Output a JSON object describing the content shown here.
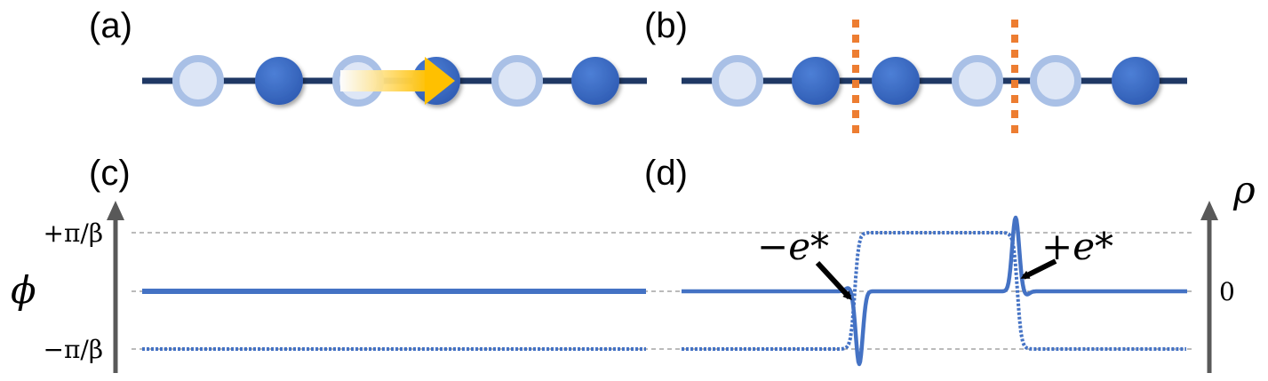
{
  "panels": {
    "a": "(a)",
    "b": "(b)",
    "c": "(c)",
    "d": "(d)"
  },
  "axes": {
    "left_label": "ϕ",
    "left_tick_top": "+π/β",
    "left_tick_bottom": "−π/β",
    "right_label": "ρ",
    "right_tick_zero": "0"
  },
  "annotations": {
    "negative_charge": "−e*",
    "positive_charge": "+e*"
  },
  "chain_a": [
    "empty",
    "filled",
    "empty",
    "filled",
    "empty",
    "filled"
  ],
  "chain_b": [
    "empty",
    "filled",
    "filled",
    "empty",
    "empty",
    "filled"
  ],
  "colors": {
    "chain_line": "#1f3864",
    "filled_site": "#3b69c4",
    "empty_site_fill": "#dde6f6",
    "empty_site_ring": "#a9c0e6",
    "domain_wall": "#ed7d31",
    "curve": "#4472c4",
    "arrow": "#ffc000",
    "axis": "#595959"
  }
}
